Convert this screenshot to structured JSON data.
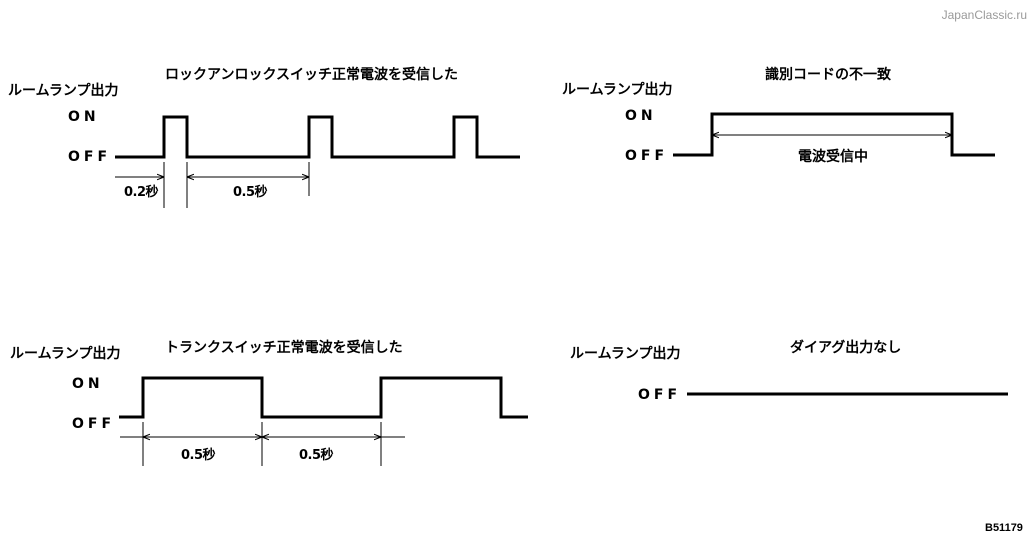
{
  "watermark": "JapanClassic.ru",
  "figure_code": "B51179",
  "panels": {
    "lock": {
      "title": "ロックアンロックスイッチ正常電波を受信した",
      "output_label": "ルームランプ出力",
      "on_label": "ON",
      "off_label": "OFF",
      "pulse_label": "0.2秒",
      "interval_label": "0.5秒"
    },
    "mismatch": {
      "title": "識別コードの不一致",
      "output_label": "ルームランプ出力",
      "on_label": "ON",
      "off_label": "OFF",
      "span_label": "電波受信中"
    },
    "trunk": {
      "title": "トランクスイッチ正常電波を受信した",
      "output_label": "ルームランプ出力",
      "on_label": "ON",
      "off_label": "OFF",
      "on_duration_label": "0.5秒",
      "off_duration_label": "0.5秒"
    },
    "no_diag": {
      "title": "ダイアグ出力なし",
      "output_label": "ルームランプ出力",
      "off_label": "OFF"
    }
  }
}
